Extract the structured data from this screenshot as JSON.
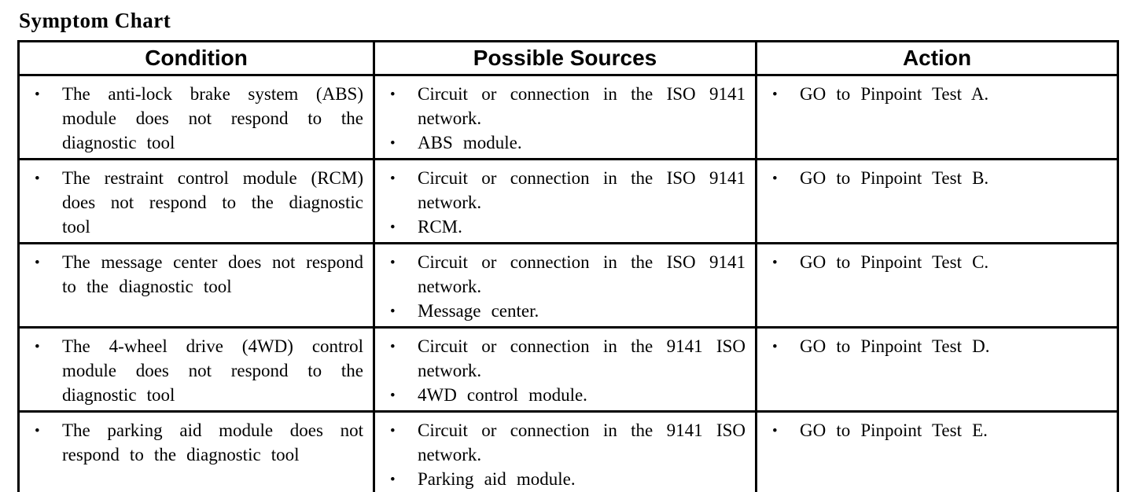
{
  "page": {
    "title": "Symptom Chart"
  },
  "icons": {
    "bullet": "•"
  },
  "table": {
    "headers": [
      "Condition",
      "Possible Sources",
      "Action"
    ],
    "rows": [
      {
        "condition": [
          "The anti-lock brake system (ABS) module does not respond to the diagnostic tool"
        ],
        "sources": [
          "Circuit or connection in the ISO 9141 network.",
          "ABS module."
        ],
        "action": [
          "GO to Pinpoint Test A."
        ]
      },
      {
        "condition": [
          "The restraint control module (RCM) does not respond to the diagnostic tool"
        ],
        "sources": [
          "Circuit or connection in the ISO 9141 network.",
          "RCM."
        ],
        "action": [
          "GO to Pinpoint Test B."
        ]
      },
      {
        "condition": [
          "The message center does not respond to the diagnostic tool"
        ],
        "sources": [
          "Circuit or connection in the ISO 9141 network.",
          "Message center."
        ],
        "action": [
          "GO to Pinpoint Test C."
        ]
      },
      {
        "condition": [
          "The 4-wheel drive (4WD) control module does not respond to the diagnostic tool"
        ],
        "sources": [
          "Circuit or connection in the 9141 ISO network.",
          "4WD control module."
        ],
        "action": [
          "GO to Pinpoint Test D."
        ]
      },
      {
        "condition": [
          "The parking aid module does not respond to the diagnostic tool"
        ],
        "sources": [
          "Circuit or connection in the 9141 ISO network.",
          "Parking aid module."
        ],
        "action": [
          "GO to Pinpoint Test E."
        ]
      }
    ]
  }
}
